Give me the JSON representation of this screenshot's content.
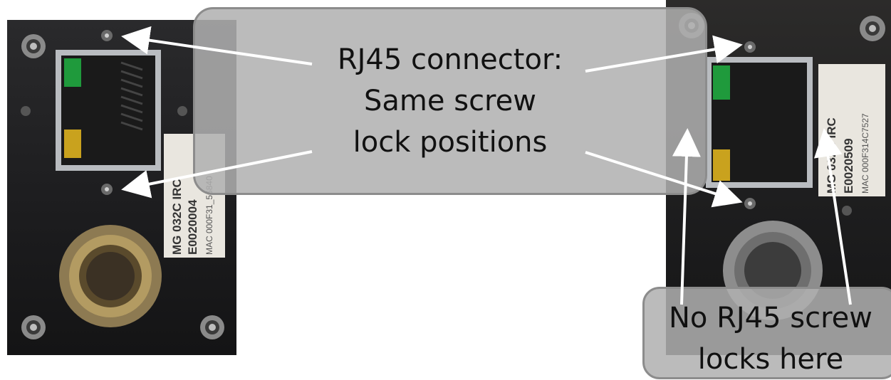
{
  "callout_top": {
    "lines": [
      "RJ45 connector:",
      "Same screw",
      "lock positions"
    ]
  },
  "callout_bottom": {
    "lines": [
      "No RJ45 screw",
      "locks here"
    ]
  },
  "left_label": {
    "model": "MG 032C IRC",
    "serial": "E0020004",
    "mac": "MAC 000F31_56840"
  },
  "right_label": {
    "model": "MG 032C IRC",
    "serial": "E0020509",
    "mac": "MAC 000F314C7527"
  },
  "colors": {
    "callout_fill": "#b0b0b0",
    "callout_border": "#8c8c8c",
    "arrow": "#ffffff",
    "camera_body": "#1f1f21",
    "led_green": "#1f9a3c",
    "led_yellow": "#c9a21e"
  }
}
